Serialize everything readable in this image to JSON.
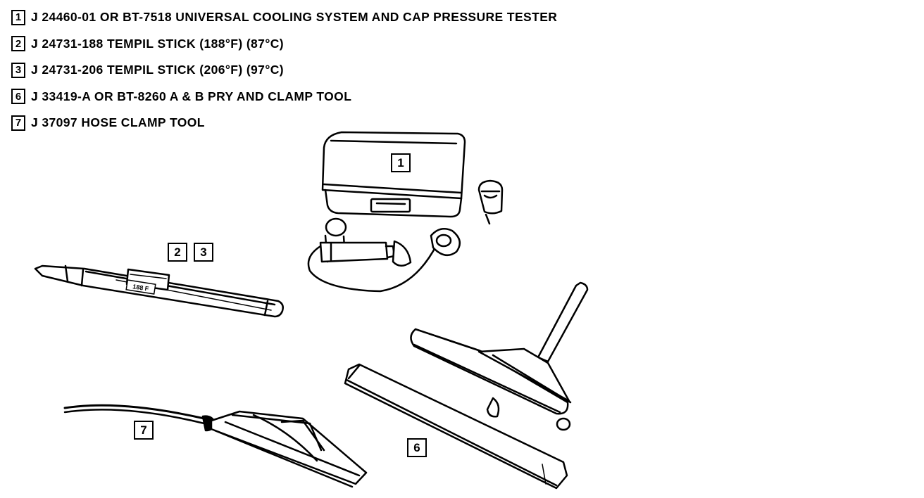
{
  "legend": [
    {
      "num": "1",
      "text": "J 24460-01 OR BT-7518 UNIVERSAL COOLING SYSTEM AND CAP PRESSURE TESTER"
    },
    {
      "num": "2",
      "text": "J 24731-188 TEMPIL STICK (188°F) (87°C)"
    },
    {
      "num": "3",
      "text": "J 24731-206 TEMPIL STICK (206°F) (97°C)"
    },
    {
      "num": "6",
      "text": "J 33419-A OR BT-8260 A & B PRY AND CLAMP TOOL"
    },
    {
      "num": "7",
      "text": "J 37097 HOSE CLAMP TOOL"
    }
  ],
  "callouts": {
    "tester": "1",
    "stick_a": "2",
    "stick_b": "3",
    "pry_tool": "6",
    "hose_tool": "7"
  },
  "stick_label": "188 F"
}
